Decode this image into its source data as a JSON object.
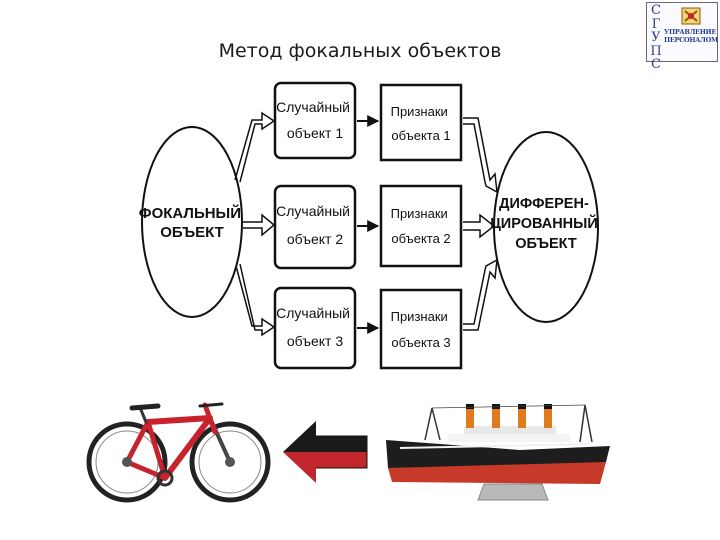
{
  "title": "Метод фокальных объектов",
  "logo": {
    "letters": [
      "С",
      "Г",
      "У",
      "П",
      "С"
    ],
    "lines": [
      "УПРАВЛЕНИЕ",
      "ПЕРСОНАЛОМ"
    ]
  },
  "diagram": {
    "focal": [
      "ФОКАЛЬНЫЙ",
      "ОБЪЕКТ"
    ],
    "random": [
      [
        "Случайный",
        "объект 1"
      ],
      [
        "Случайный",
        "объект 2"
      ],
      [
        "Случайный",
        "объект 3"
      ]
    ],
    "features": [
      [
        "Признаки",
        "объекта 1"
      ],
      [
        "Признаки",
        "объекта 2"
      ],
      [
        "Признаки",
        "объекта 3"
      ]
    ],
    "result": [
      "ДИФФЕРЕН-",
      "ЦИРОВАННЫЙ",
      "ОБЪЕКТ"
    ]
  },
  "colors": {
    "arrow_red": "#c0262b",
    "arrow_dark": "#222222",
    "bike_red": "#c8232c",
    "ship_hull": "#1d1d1d",
    "funnel_orange": "#e07a1f"
  },
  "icons": [
    "bicycle-image",
    "ship-model-image",
    "left-arrow-icon"
  ]
}
